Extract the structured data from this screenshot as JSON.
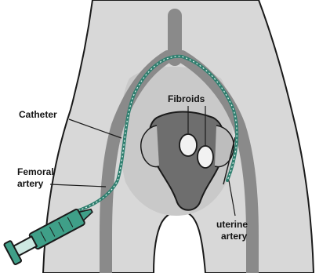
{
  "labels": {
    "fibroids": "Fibroids",
    "catheter": "Catheter",
    "femoral_artery_line1": "Femoral",
    "femoral_artery_line2": "artery",
    "uterine_artery_line1": "uterine",
    "uterine_artery_line2": "artery"
  },
  "colors": {
    "body": "#d8d8d8",
    "skin_dark": "#9a9a9a",
    "artery": "#8a8a8a",
    "uterus": "#6e6e6e",
    "fibroid": "#f2f2f2",
    "catheter": "#2f7f6f",
    "syringe": "#3f9f88",
    "outline": "#1a1a1a"
  }
}
